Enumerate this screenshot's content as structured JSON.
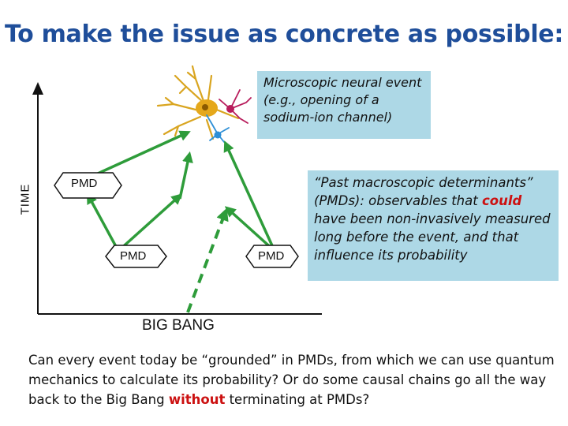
{
  "title": "To make the issue as concrete as possible:",
  "event_box": {
    "text": "Microscopic neural event (e.g., opening of a sodium-ion channel)"
  },
  "pmd_definition": {
    "part1": "“Past macroscopic determinants” (PMDs): observables that ",
    "highlight": "could",
    "part2": " have been non-invasively measured long before the event, and that influence its probability"
  },
  "axis": {
    "time_label": "TIME"
  },
  "big_bang": "BIG BANG",
  "pmd_nodes": [
    "PMD",
    "PMD",
    "PMD"
  ],
  "caption": {
    "part1": "Can every event today be “grounded” in PMDs, from which we can use quantum mechanics to calculate its probability?  Or do some causal chains go all the way back to the Big Bang ",
    "highlight": "without",
    "part2": " terminating at PMDs?"
  },
  "colors": {
    "title": "#1f4e9a",
    "box": "#add8e6",
    "arrow": "#2e9c3a",
    "highlight": "#cc1111"
  },
  "icons": [
    "neuron-illustration"
  ]
}
